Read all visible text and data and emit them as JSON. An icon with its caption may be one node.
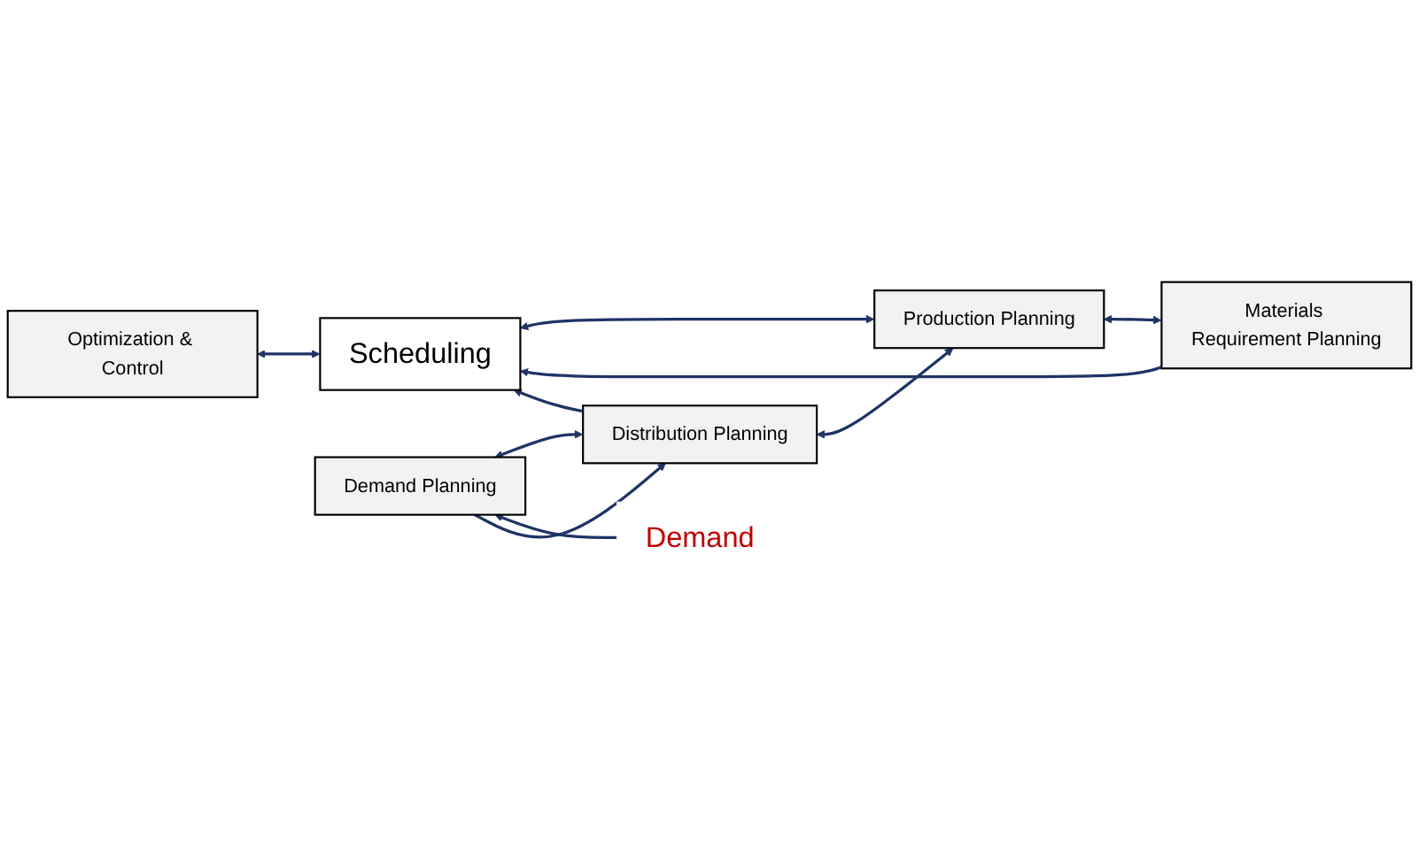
{
  "diagram": {
    "nodes": [
      {
        "text": [
          "Materials Requirement Planning"
        ]
      },
      {
        "text": [
          "Production Planning"
        ]
      },
      {
        "text": [
          "Scheduling"
        ]
      },
      {
        "text": [
          "Distribution Planning"
        ]
      },
      {
        "text": [
          "Demand Planning"
        ]
      },
      {
        "text": [
          "Demand"
        ]
      },
      {
        "text": [
          "Optimization & Control"
        ]
      }
    ],
    "edges": [
      {
        "from": 0,
        "to": 1,
        "arrow": "both"
      },
      {
        "from": 1,
        "to": 3,
        "arrow": "both"
      },
      {
        "from": 3,
        "to": 4,
        "arrow": "both"
      },
      {
        "from": 1,
        "to": 2,
        "arrow": "both"
      },
      {
        "from": 0,
        "to": 2,
        "arrow": "to"
      },
      {
        "from": 3,
        "to": 2,
        "arrow": "to"
      },
      {
        "from": 4,
        "to": 3,
        "arrow": "to"
      },
      {
        "from": 5,
        "to": 4,
        "arrow": "to"
      },
      {
        "from": 2,
        "to": 6,
        "arrow": "both"
      }
    ]
  }
}
